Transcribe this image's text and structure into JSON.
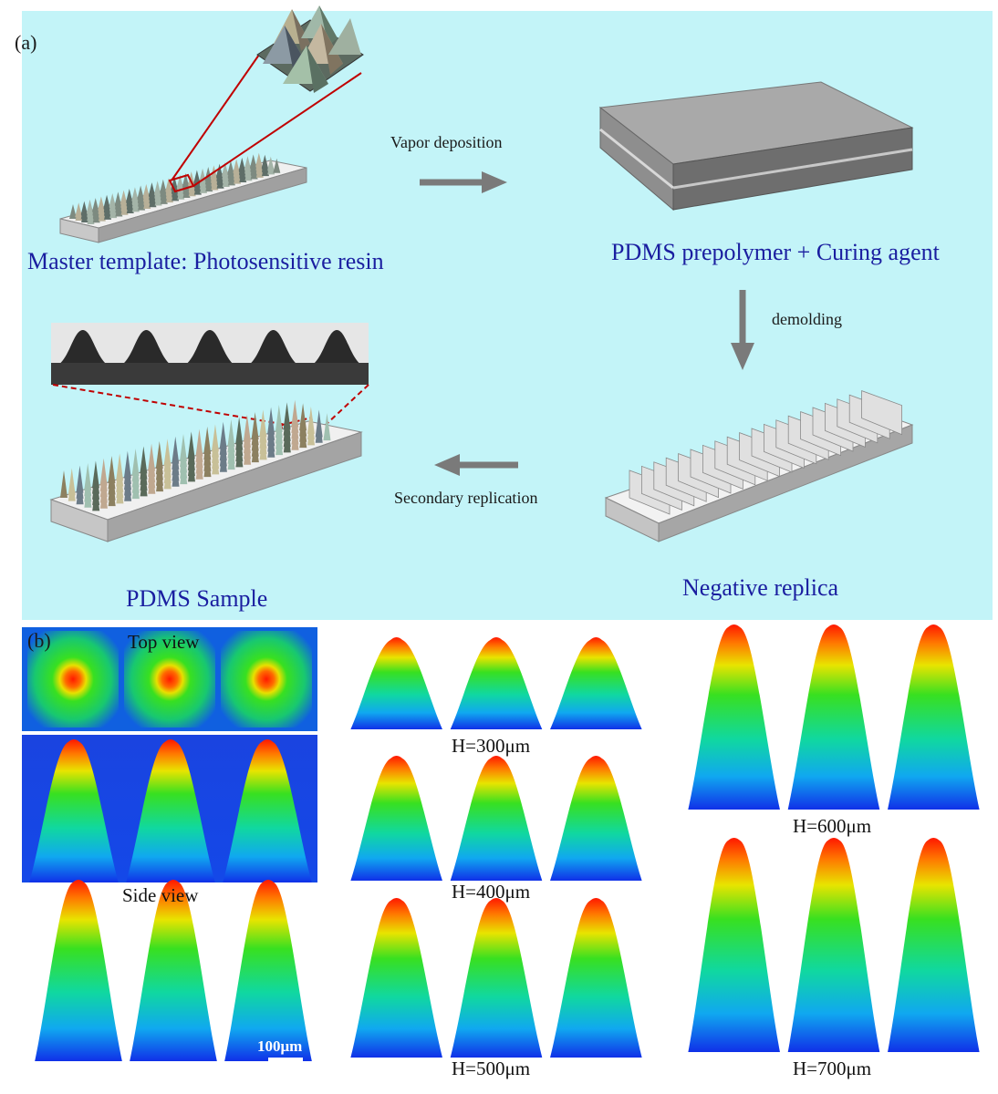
{
  "panel_a": {
    "letter": "(a)",
    "master_label": "Master template: Photosensitive resin",
    "prepolymer_label": "PDMS prepolymer + Curing agent",
    "negative_label": "Negative replica",
    "sample_label": "PDMS Sample",
    "step_vapor": "Vapor deposition",
    "step_demolding": "demolding",
    "step_secondary": "Secondary replication"
  },
  "panel_b": {
    "letter": "(b)",
    "top_view": "Top view",
    "side_view": "Side view",
    "scale_bar": "100μm",
    "heights": [
      "H=300μm",
      "H=400μm",
      "H=500μm",
      "H=600μm",
      "H=700μm"
    ]
  },
  "colors": {
    "panel_background": "#c3f4f8",
    "label_blue": "#1a1ea0",
    "arrow_gray": "#7a7a7a",
    "zoom_red": "#c00000"
  }
}
